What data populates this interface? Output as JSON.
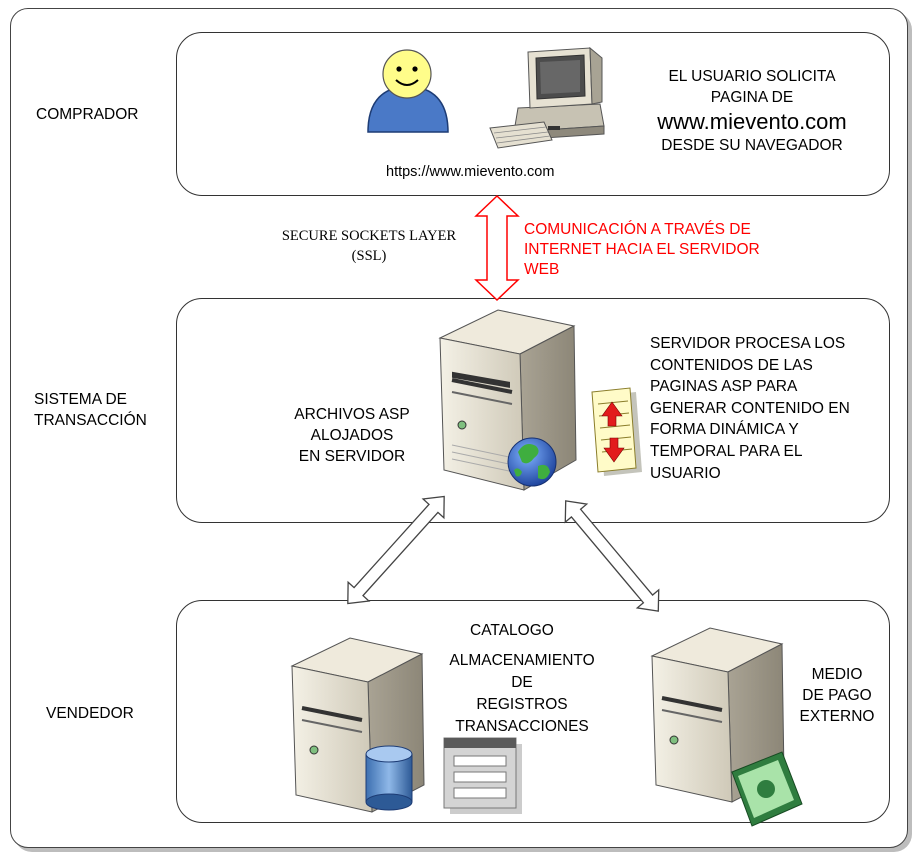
{
  "sections": {
    "comprador": "COMPRADOR",
    "sistema_line1": "SISTEMA DE",
    "sistema_line2": "TRANSACCIÓN",
    "vendedor": "VENDEDOR"
  },
  "buyer": {
    "request_line1": "EL USUARIO SOLICITA",
    "request_line2": "PAGINA DE",
    "domain": "www.mievento.com",
    "request_line3": "DESDE SU NAVEGADOR",
    "url": "https://www.mievento.com"
  },
  "link": {
    "ssl_line1": "SECURE SOCKETS LAYER",
    "ssl_line2": "(SSL)",
    "comm_line1": "COMUNICACIÓN A TRAVÉS DE",
    "comm_line2": "INTERNET HACIA EL SERVIDOR",
    "comm_line3": "WEB",
    "comm_color": "#ff0000"
  },
  "server": {
    "asp_line1": "ARCHIVOS ASP",
    "asp_line2": "ALOJADOS",
    "asp_line3": "EN SERVIDOR",
    "process_lines": [
      "SERVIDOR PROCESA LOS",
      "CONTENIDOS DE LAS",
      "PAGINAS ASP PARA",
      "GENERAR CONTENIDO EN",
      "FORMA DINÁMICA Y",
      "TEMPORAL PARA EL",
      "USUARIO"
    ]
  },
  "vendor": {
    "catalog": "CATALOGO",
    "storage_line1": "ALMACENAMIENTO",
    "storage_line2": "DE",
    "storage_line3": "REGISTROS",
    "storage_line4": "TRANSACCIONES",
    "payment_line1": "MEDIO",
    "payment_line2": "DE PAGO",
    "payment_line3": "EXTERNO"
  },
  "icons": [
    "user-smiley-icon",
    "desktop-computer-icon",
    "server-tower-icon",
    "globe-icon",
    "document-arrows-icon",
    "database-icon",
    "form-records-icon",
    "money-bill-icon"
  ]
}
